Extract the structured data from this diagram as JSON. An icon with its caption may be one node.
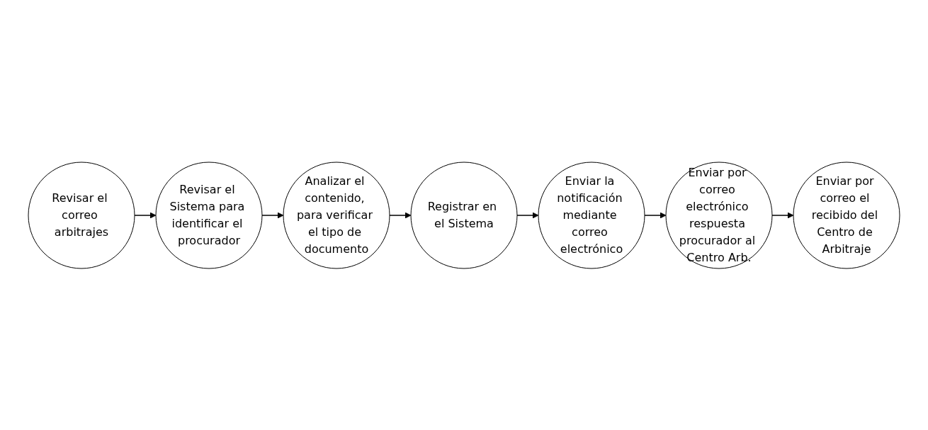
{
  "diagram": {
    "nodes": [
      {
        "text": [
          "Revisar el correo arbitrajes"
        ]
      },
      {
        "text": [
          "Revisar el Sistema para identificar el procurador"
        ]
      },
      {
        "text": [
          "Analizar el contenido, para verificar el tipo de documento"
        ]
      },
      {
        "text": [
          "Registrar en el Sistema"
        ]
      },
      {
        "text": [
          "Enviar la notificación mediante correo electrónico"
        ]
      },
      {
        "text": [
          "Enviar por correo electrónico respuesta procurador al Centro Arb."
        ]
      },
      {
        "text": [
          "Enviar por correo el recibido del Centro de Arbitraje"
        ]
      }
    ],
    "edges": [
      {
        "from": 0,
        "to": 1,
        "arrow": "to"
      },
      {
        "from": 1,
        "to": 2,
        "arrow": "to"
      },
      {
        "from": 2,
        "to": 3,
        "arrow": "to"
      },
      {
        "from": 3,
        "to": 4,
        "arrow": "to"
      },
      {
        "from": 4,
        "to": 5,
        "arrow": "to"
      },
      {
        "from": 5,
        "to": 6,
        "arrow": "to"
      }
    ]
  }
}
